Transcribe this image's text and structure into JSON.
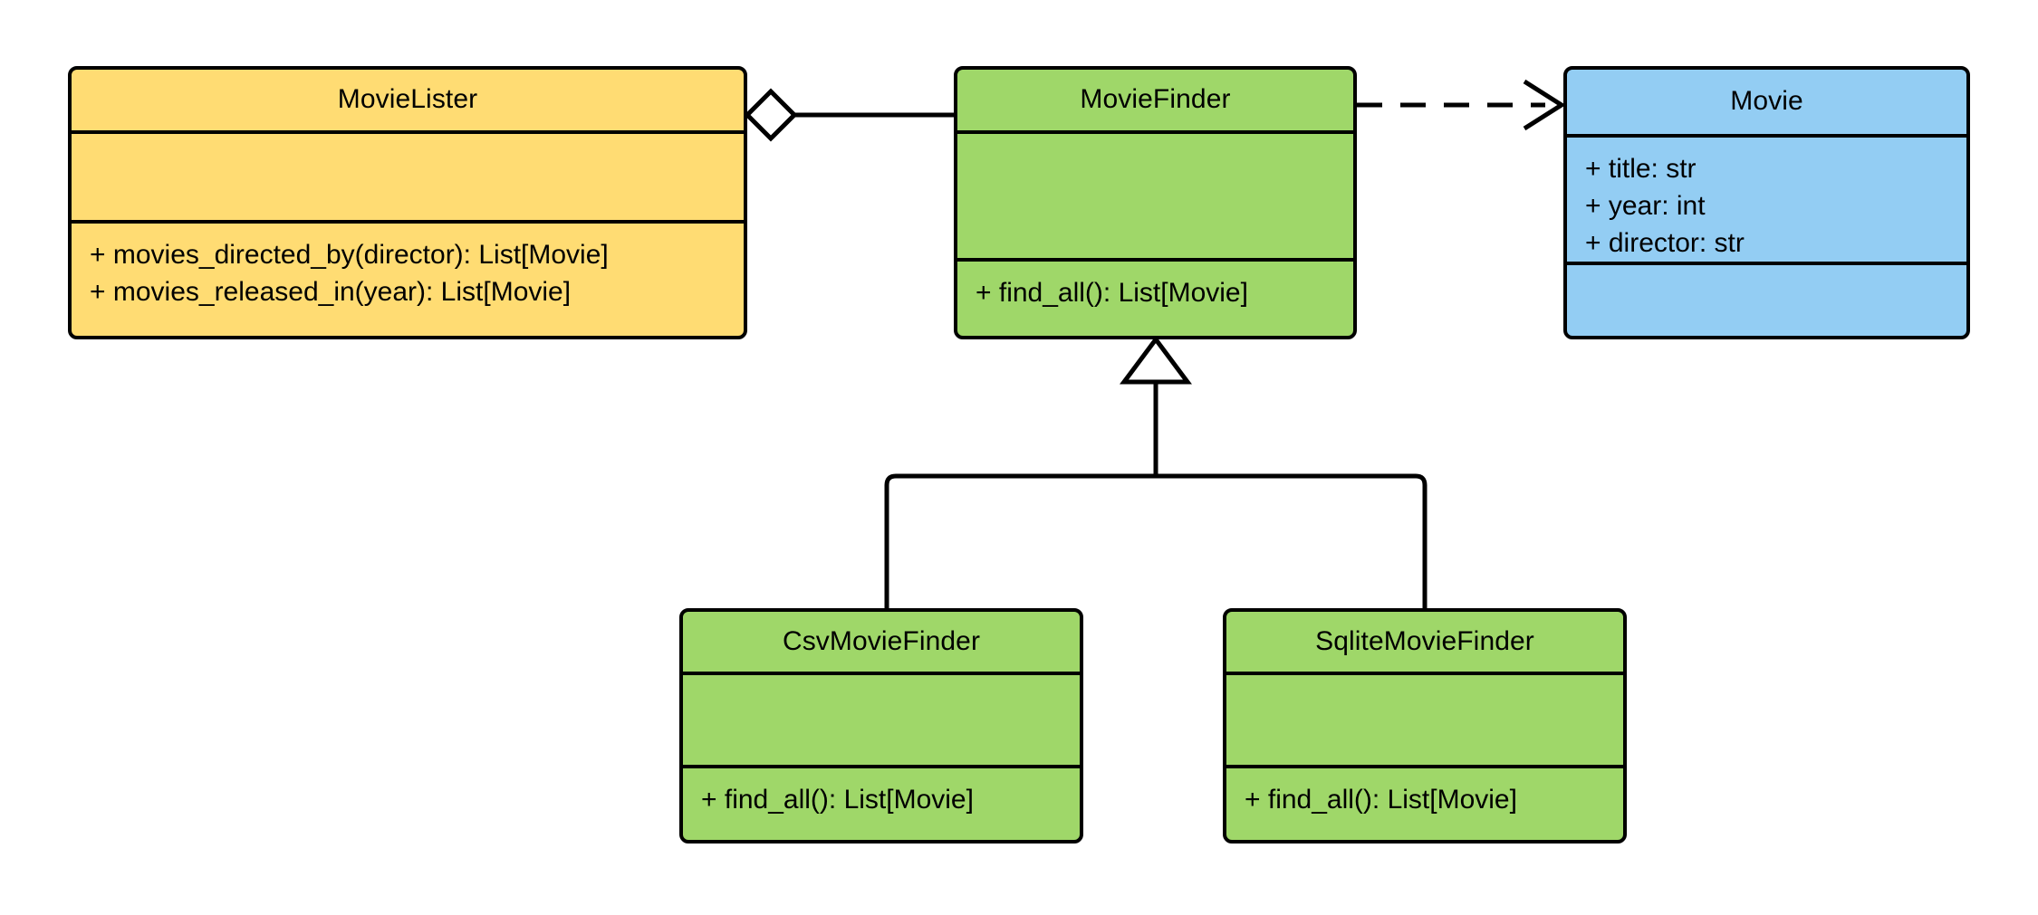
{
  "diagram": {
    "kind": "uml-class-diagram",
    "background_color": "#ffffff",
    "line_color": "#000000",
    "palette": {
      "yellow": "#FFDC73",
      "green": "#9FD769",
      "blue": "#93CDF3"
    }
  },
  "classes": {
    "movie_lister": {
      "name": "MovieLister",
      "fill": "#FFDC73",
      "attributes": [],
      "methods": [
        "+ movies_directed_by(director): List[Movie]",
        "+ movies_released_in(year): List[Movie]"
      ]
    },
    "movie_finder": {
      "name": "MovieFinder",
      "fill": "#9FD769",
      "attributes": [],
      "methods": [
        "+ find_all(): List[Movie]"
      ]
    },
    "movie": {
      "name": "Movie",
      "fill": "#93CDF3",
      "attributes": [
        "+ title: str",
        "+ year: int",
        "+ director: str"
      ],
      "methods": []
    },
    "csv_movie_finder": {
      "name": "CsvMovieFinder",
      "fill": "#9FD769",
      "attributes": [],
      "methods": [
        "+ find_all(): List[Movie]"
      ]
    },
    "sqlite_movie_finder": {
      "name": "SqliteMovieFinder",
      "fill": "#9FD769",
      "attributes": [],
      "methods": [
        "+ find_all(): List[Movie]"
      ]
    }
  },
  "relationships": [
    {
      "id": "aggregation-lister-finder",
      "type": "aggregation",
      "source": "MovieLister",
      "target": "MovieFinder",
      "line_style": "solid",
      "source_marker": "hollow-diamond",
      "target_marker": "none",
      "label": ""
    },
    {
      "id": "dependency-finder-movie",
      "type": "dependency",
      "source": "MovieFinder",
      "target": "Movie",
      "line_style": "dashed",
      "source_marker": "none",
      "target_marker": "open-arrow",
      "label": ""
    },
    {
      "id": "inheritance-csv-finder",
      "type": "generalization",
      "source": "CsvMovieFinder",
      "target": "MovieFinder",
      "line_style": "solid",
      "source_marker": "none",
      "target_marker": "hollow-triangle",
      "label": ""
    },
    {
      "id": "inheritance-sqlite-finder",
      "type": "generalization",
      "source": "SqliteMovieFinder",
      "target": "MovieFinder",
      "line_style": "solid",
      "source_marker": "none",
      "target_marker": "hollow-triangle",
      "label": ""
    }
  ]
}
